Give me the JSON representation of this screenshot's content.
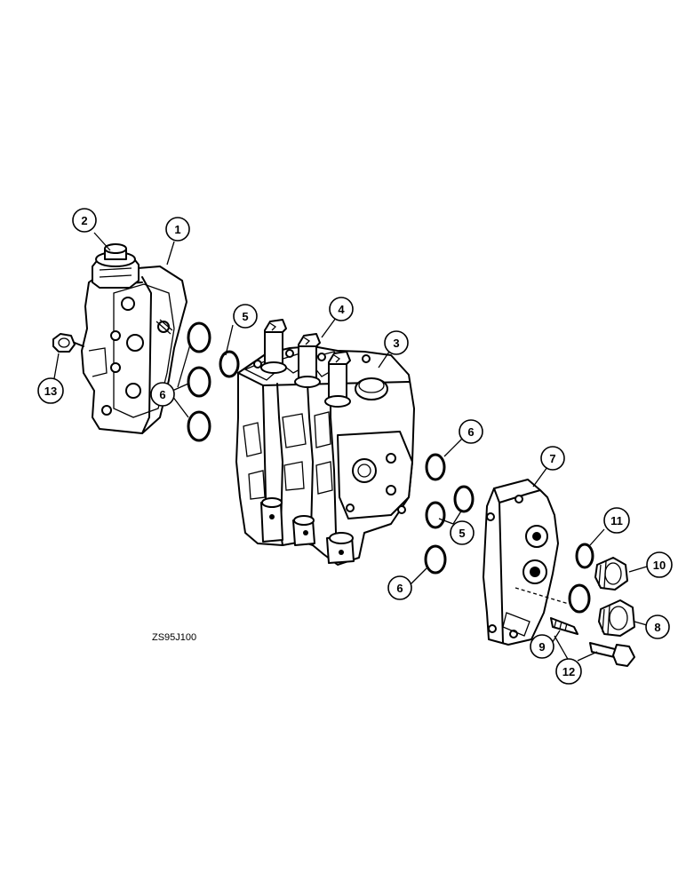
{
  "drawing_code": "ZS95J100",
  "callouts": {
    "c1": "1",
    "c2": "2",
    "c3": "3",
    "c4": "4",
    "c5a": "5",
    "c5b": "5",
    "c6a": "6",
    "c6b": "6",
    "c6c": "6",
    "c7": "7",
    "c8": "8",
    "c9": "9",
    "c10": "10",
    "c11": "11",
    "c12": "12",
    "c13": "13"
  }
}
